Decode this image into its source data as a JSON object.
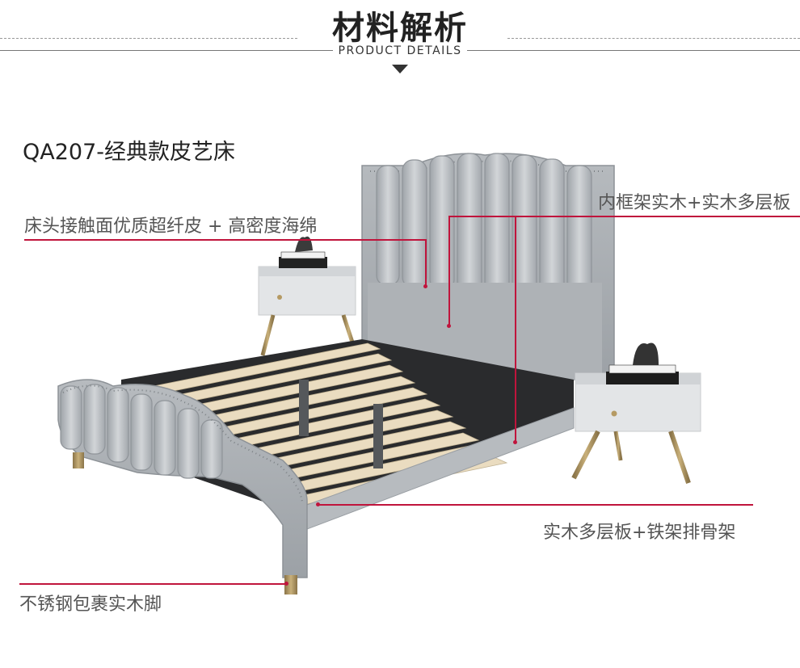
{
  "header": {
    "title": "材料解析",
    "subtitle": "PRODUCT DETAILS"
  },
  "product": {
    "model": "QA207-经典款皮艺床"
  },
  "annotations": {
    "headboard_material": "床头接触面优质超纤皮 + 高密度海绵",
    "inner_frame": "内框架实木+实木多层板",
    "slats": "实木多层板+铁架排骨架",
    "legs": "不锈钢包裹实木脚"
  },
  "colors": {
    "accent": "#c0143c",
    "upholstery": "#b9bdc1",
    "slat": "#e9dcc2",
    "leg_gold": "#a8905e"
  }
}
